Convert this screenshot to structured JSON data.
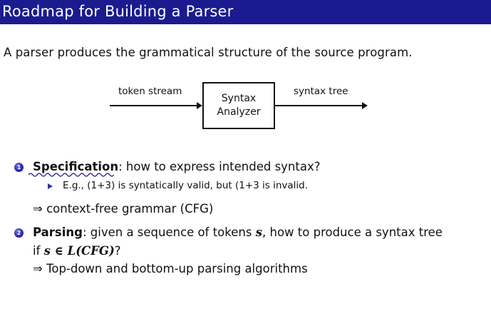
{
  "title": "Roadmap for Building a Parser",
  "intro": "A parser produces the grammatical structure of the source program.",
  "diagram": {
    "input_label": "token stream",
    "box_line1": "Syntax",
    "box_line2": "Analyzer",
    "output_label": "syntax tree"
  },
  "items": [
    {
      "number": "1",
      "term": "Specification",
      "text": ": how to express intended syntax?",
      "sub_prefix": "E.g., ",
      "sub_valid": "(1+3)",
      "sub_mid": " is syntatically valid, but ",
      "sub_invalid": "(1+3",
      "sub_suffix": " is invalid.",
      "implies": "⇒ context-free grammar (CFG)"
    },
    {
      "number": "2",
      "term": "Parsing",
      "text": ": given a sequence of tokens ",
      "var_s": "s",
      "text2": ", how to produce a syntax tree",
      "line2_prefix": "if ",
      "line2_math": "s ∈ L(CFG)",
      "line2_suffix": "?",
      "implies": "⇒ Top-down and bottom-up parsing algorithms"
    }
  ],
  "colors": {
    "title_bg": "#1b1b8f",
    "bullet": "#2d2db5",
    "squiggle": "#1b1b8f"
  }
}
